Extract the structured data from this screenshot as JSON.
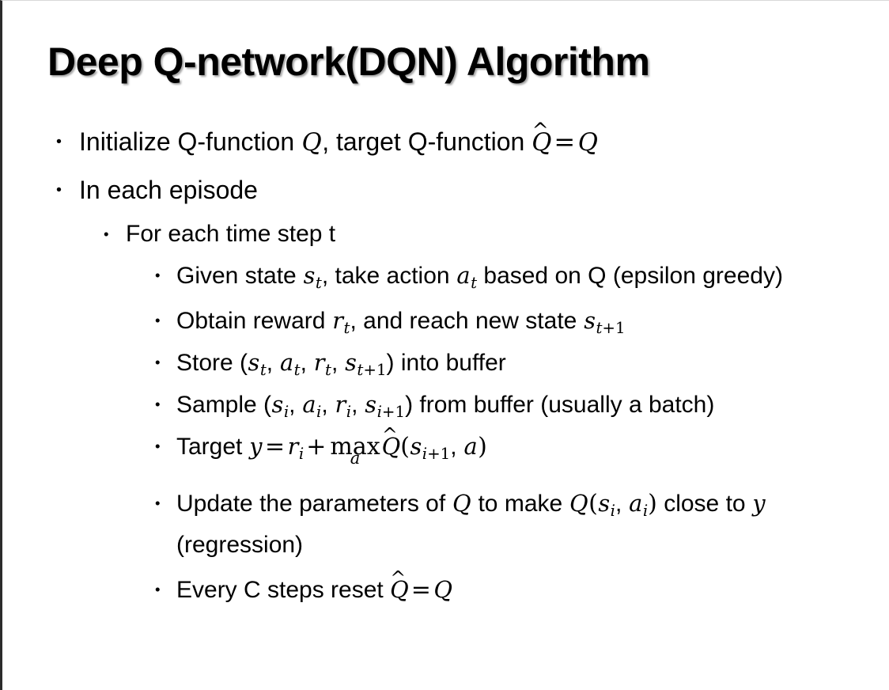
{
  "slide": {
    "title": "Deep Q-network(DQN) Algorithm",
    "background_color": "#ffffff",
    "text_color": "#000000",
    "border_color": "#2b2b2b",
    "bullet_marker": "•"
  },
  "bullets": {
    "initialize": {
      "pre": "Initialize Q-function ",
      "var_q1": "Q",
      "mid": ", target Q-function ",
      "hat": "^",
      "var_qhat": "Q",
      "equals": "=",
      "var_q2": "Q"
    },
    "in_each_episode": "In each episode",
    "for_each_time_step": "For each time step t",
    "given_state": {
      "pre": "Given state ",
      "var_s": "s",
      "sub_s": "t",
      "mid": ", take action ",
      "var_a": "a",
      "sub_a": "t",
      "post": " based on Q (epsilon greedy)"
    },
    "obtain_reward": {
      "pre": "Obtain reward ",
      "var_r": "r",
      "sub_r": "t",
      "mid": ", and reach new state ",
      "var_s": "s",
      "sub_s_i": "t",
      "sub_s_plus": "+1"
    },
    "store": {
      "pre": "Store (",
      "var_s": "s",
      "sub_s": "t",
      "sep1": ", ",
      "var_a": "a",
      "sub_a": "t",
      "sep2": ", ",
      "var_r": "r",
      "sub_r": "t",
      "sep3": ", ",
      "var_s2": "s",
      "sub_s2_i": "t",
      "sub_s2_plus": "+1",
      "post": ") into buffer"
    },
    "sample": {
      "pre": "Sample (",
      "var_s": "s",
      "sub_s": "i",
      "sep1": ", ",
      "var_a": "a",
      "sub_a": "i",
      "sep2": ", ",
      "var_r": "r",
      "sub_r": "i",
      "sep3": ", ",
      "var_s2": "s",
      "sub_s2_i": "i",
      "sub_s2_plus": "+1",
      "post": ") from buffer (usually a batch)"
    },
    "target": {
      "pre": "Target ",
      "var_y": "y",
      "equals": "=",
      "var_r": "r",
      "sub_r": "i",
      "plus": "+",
      "max_op": "max",
      "max_limit": "a",
      "hat": "^",
      "var_qhat": "Q",
      "paren_open": "(",
      "var_s": "s",
      "sub_s_i": "i",
      "sub_s_plus": "+1",
      "comma": ", ",
      "var_a": "a",
      "paren_close": ")"
    },
    "update": {
      "pre": "Update the parameters of ",
      "var_q1": "Q",
      "mid": " to make ",
      "var_q2": "Q",
      "paren_open": "(",
      "var_s": "s",
      "sub_s": "i",
      "comma": ", ",
      "var_a": "a",
      "sub_a": "i",
      "paren_close": ")",
      "post": " close to ",
      "var_y": "y",
      "tail": " (regression)"
    },
    "every_c": {
      "pre": "Every C steps reset ",
      "hat": "^",
      "var_qhat": "Q",
      "equals": "=",
      "var_q": "Q"
    }
  }
}
